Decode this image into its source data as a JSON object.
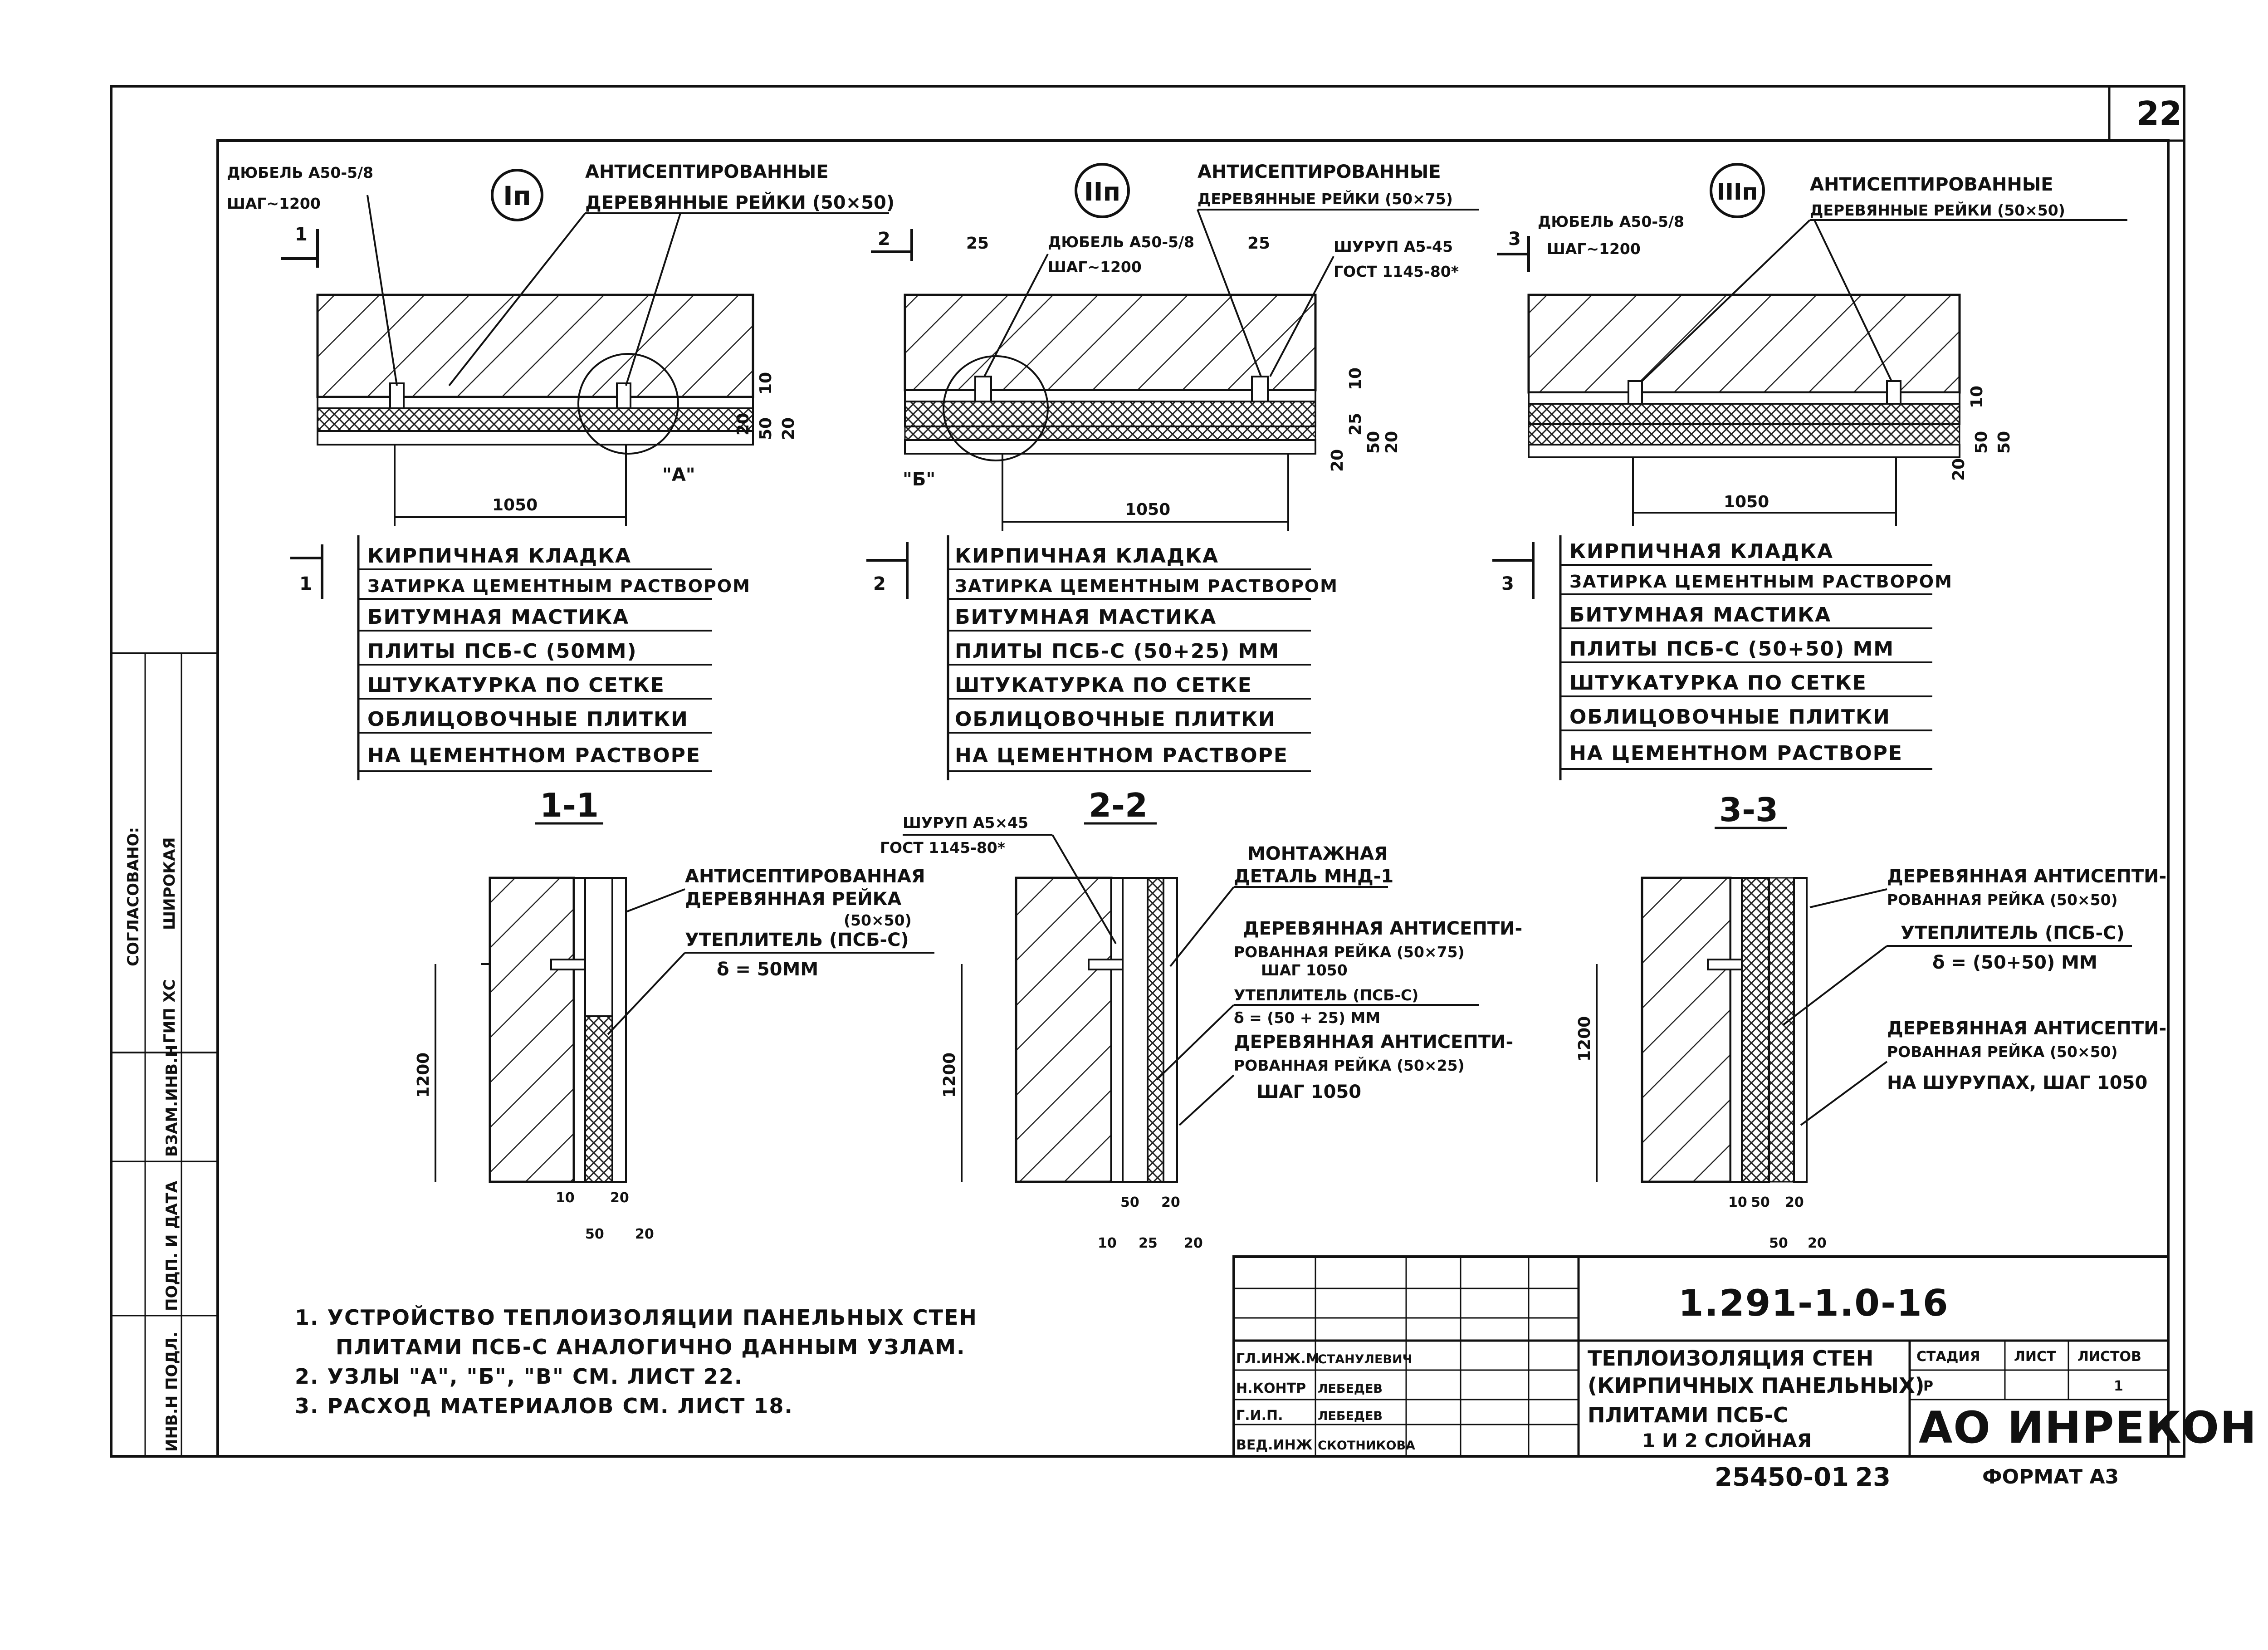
{
  "sheet": {
    "page_number": "22",
    "drawing_code": "1.291-1.0-16",
    "bottom_code": "25450-01",
    "bottom_sheet": "23",
    "format": "ФОРМАТ А3",
    "title_lines": [
      "ТЕПЛОИЗОЛЯЦИЯ СТЕН",
      "(КИРПИЧНЫХ ПАНЕЛЬНЫХ)",
      "ПЛИТАМИ ПСБ-С",
      "1 И 2 СЛОЙНАЯ"
    ],
    "organization": "АО ИНРЕКОН",
    "stage_header": "СТАДИЯ",
    "sheet_header": "ЛИСТ",
    "sheets_header": "ЛИСТОВ",
    "stage_value": "Р",
    "sheets_value": "1",
    "roles": [
      "ГЛ.ИНЖ.М",
      "Н.КОНТР",
      "Г.И.П.",
      "ВЕД.ИНЖ"
    ],
    "names": [
      "СТАНУЛЕВИЧ",
      "ЛЕБЕДЕВ",
      "ЛЕБЕДЕВ",
      "СКОТНИКОВА"
    ]
  },
  "side_stamp": {
    "agreed": "СОГЛАСОВАНО:",
    "role1": "ГИП ХС",
    "name1": "ШИРОКАЯ",
    "col1": "ВЗАМ.ИНВ.Н",
    "col2": "ПОДП. И ДАТА",
    "col3": "ИНВ.Н ПОДЛ."
  },
  "details": [
    {
      "id": "Iп",
      "dowel": "ДЮБЕЛЬ А50-5/8",
      "step": "ШАГ~1200",
      "rails": [
        "АНТИСЕПТИРОВАННЫЕ",
        "ДЕРЕВЯННЫЕ РЕЙКИ (50×50)"
      ],
      "section_mark": "1",
      "span": "1050",
      "node_a": "\"А\"",
      "dims_right": [
        "10",
        "20",
        "50",
        "20"
      ],
      "layers": [
        "КИРПИЧНАЯ КЛАДКА",
        "ЗАТИРКА ЦЕМЕНТНЫМ РАСТВОРОМ",
        "БИТУМНАЯ МАСТИКА",
        "ПЛИТЫ ПСБ-С (50ММ)",
        "ШТУКАТУРКА ПО СЕТКЕ",
        "ОБЛИЦОВОЧНЫЕ ПЛИТКИ",
        "НА ЦЕМЕНТНОМ РАСТВОРЕ"
      ],
      "section_title": "1-1",
      "section_labels": [
        "АНТИСЕПТИРОВАННАЯ",
        "ДЕРЕВЯННАЯ РЕЙКА",
        "(50×50)",
        "УТЕПЛИТЕЛЬ (ПСБ-С)",
        "δ = 50ММ"
      ],
      "height": "1200",
      "bottom_dims": [
        "10",
        "20",
        "50",
        "20"
      ]
    },
    {
      "id": "IIп",
      "dowel": "ДЮБЕЛЬ А50-5/8",
      "step": "ШАГ~1200",
      "screw": "ШУРУП А5-45",
      "gost": "ГОСТ 1145-80*",
      "rails": [
        "АНТИСЕПТИРОВАННЫЕ",
        "ДЕРЕВЯННЫЕ РЕЙКИ (50×75)"
      ],
      "section_mark": "2",
      "span": "1050",
      "node_b": "\"Б\"",
      "top_dims": [
        "25",
        "25"
      ],
      "dims_right": [
        "10",
        "20",
        "25",
        "50",
        "20"
      ],
      "layers": [
        "КИРПИЧНАЯ КЛАДКА",
        "ЗАТИРКА ЦЕМЕНТНЫМ РАСТВОРОМ",
        "БИТУМНАЯ МАСТИКА",
        "ПЛИТЫ ПСБ-С (50+25) ММ",
        "ШТУКАТУРКА ПО СЕТКЕ",
        "ОБЛИЦОВОЧНЫЕ ПЛИТКИ",
        "НА ЦЕМЕНТНОМ РАСТВОРЕ"
      ],
      "section_title": "2-2",
      "section_screw": "ШУРУП А5×45",
      "section_gost": "ГОСТ 1145-80*",
      "section_labels": [
        "МОНТАЖНАЯ",
        "ДЕТАЛЬ МНД-1",
        "ДЕРЕВЯННАЯ АНТИСЕПТИ-",
        "РОВАННАЯ РЕЙКА (50×75)",
        "ШАГ 1050",
        "УТЕПЛИТЕЛЬ (ПСБ-С)",
        "δ = (50 + 25) ММ",
        "ДЕРЕВЯННАЯ АНТИСЕПТИ-",
        "РОВАННАЯ РЕЙКА (50×25)",
        "ШАГ 1050"
      ],
      "height": "1200",
      "bottom_dims": [
        "50",
        "20",
        "10",
        "25",
        "20"
      ]
    },
    {
      "id": "IIIп",
      "dowel": "ДЮБЕЛЬ А50-5/8",
      "step": "ШАГ~1200",
      "rails": [
        "АНТИСЕПТИРОВАННЫЕ",
        "ДЕРЕВЯННЫЕ РЕЙКИ (50×50)"
      ],
      "section_mark": "3",
      "span": "1050",
      "dims_right": [
        "10",
        "20",
        "50",
        "50"
      ],
      "layers": [
        "КИРПИЧНАЯ КЛАДКА",
        "ЗАТИРКА ЦЕМЕНТНЫМ РАСТВОРОМ",
        "БИТУМНАЯ МАСТИКА",
        "ПЛИТЫ ПСБ-С (50+50) ММ",
        "ШТУКАТУРКА ПО СЕТКЕ",
        "ОБЛИЦОВОЧНЫЕ ПЛИТКИ",
        "НА ЦЕМЕНТНОМ РАСТВОРЕ"
      ],
      "section_title": "3-3",
      "section_labels": [
        "ДЕРЕВЯННАЯ АНТИСЕПТИ-",
        "РОВАННАЯ РЕЙКА (50×50)",
        "УТЕПЛИТЕЛЬ (ПСБ-С)",
        "δ = (50+50) ММ",
        "ДЕРЕВЯННАЯ АНТИСЕПТИ-",
        "РОВАННАЯ РЕЙКА (50×50)",
        "НА ШУРУПАХ, ШАГ 1050"
      ],
      "height": "1200",
      "bottom_dims": [
        "10",
        "50",
        "20",
        "50",
        "20"
      ]
    }
  ],
  "notes": [
    "1. УСТРОЙСТВО ТЕПЛОИЗОЛЯЦИИ ПАНЕЛЬНЫХ СТЕН",
    "ПЛИТАМИ ПСБ-С АНАЛОГИЧНО ДАННЫМ УЗЛАМ.",
    "2. УЗЛЫ \"А\", \"Б\", \"В\" СМ. ЛИСТ 22.",
    "3. РАСХОД МАТЕРИАЛОВ СМ. ЛИСТ 18."
  ]
}
